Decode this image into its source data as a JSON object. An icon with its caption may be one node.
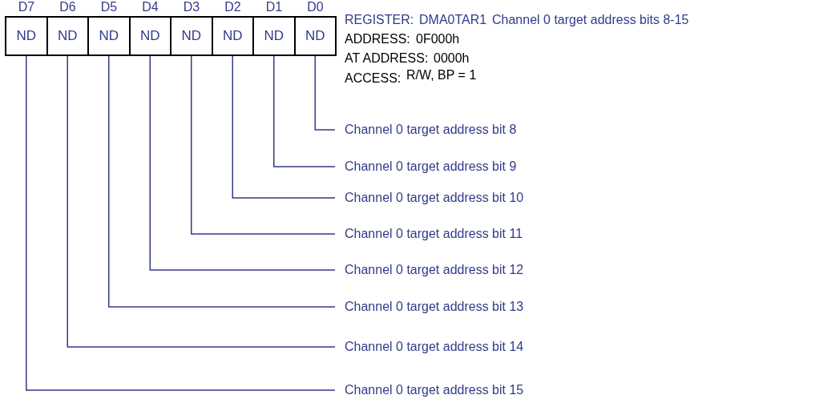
{
  "diagram": {
    "nodes": [
      {
        "text": [
          "ND"
        ],
        "beside": [
          "D7"
        ]
      },
      {
        "text": [
          "ND"
        ],
        "beside": [
          "D6"
        ]
      },
      {
        "text": [
          "ND"
        ],
        "beside": [
          "D5"
        ]
      },
      {
        "text": [
          "ND"
        ],
        "beside": [
          "D4"
        ]
      },
      {
        "text": [
          "ND"
        ],
        "beside": [
          "D3"
        ]
      },
      {
        "text": [
          "ND"
        ],
        "beside": [
          "D2"
        ]
      },
      {
        "text": [
          "ND"
        ],
        "beside": [
          "D1"
        ]
      },
      {
        "text": [
          "ND"
        ],
        "beside": [
          "D0"
        ]
      },
      {
        "text": [
          "Channel 0 target address bit 8"
        ]
      },
      {
        "text": [
          "Channel 0 target address bit 9"
        ]
      },
      {
        "text": [
          "Channel 0 target address bit 10"
        ]
      },
      {
        "text": [
          "Channel 0 target address bit 11"
        ]
      },
      {
        "text": [
          "Channel 0 target address bit 12"
        ]
      },
      {
        "text": [
          "Channel 0 target address bit 13"
        ]
      },
      {
        "text": [
          "Channel 0 target address bit 14"
        ]
      },
      {
        "text": [
          "Channel 0 target address bit 15"
        ]
      }
    ],
    "edges": [
      {
        "from": 7,
        "to": 8,
        "arrow": "none"
      },
      {
        "from": 6,
        "to": 9,
        "arrow": "none"
      },
      {
        "from": 5,
        "to": 10,
        "arrow": "none"
      },
      {
        "from": 4,
        "to": 11,
        "arrow": "none"
      },
      {
        "from": 3,
        "to": 12,
        "arrow": "none"
      },
      {
        "from": 2,
        "to": 13,
        "arrow": "none"
      },
      {
        "from": 1,
        "to": 14,
        "arrow": "none"
      },
      {
        "from": 0,
        "to": 15,
        "arrow": "none"
      }
    ],
    "labels": [
      "REGISTER:",
      "DMA0TAR1",
      "Channel 0 target address bits 8-15",
      "ADDRESS:",
      "0F000h",
      "AT ADDRESS:",
      "0000h",
      "ACCESS:",
      "R/W, BP = 1"
    ]
  }
}
